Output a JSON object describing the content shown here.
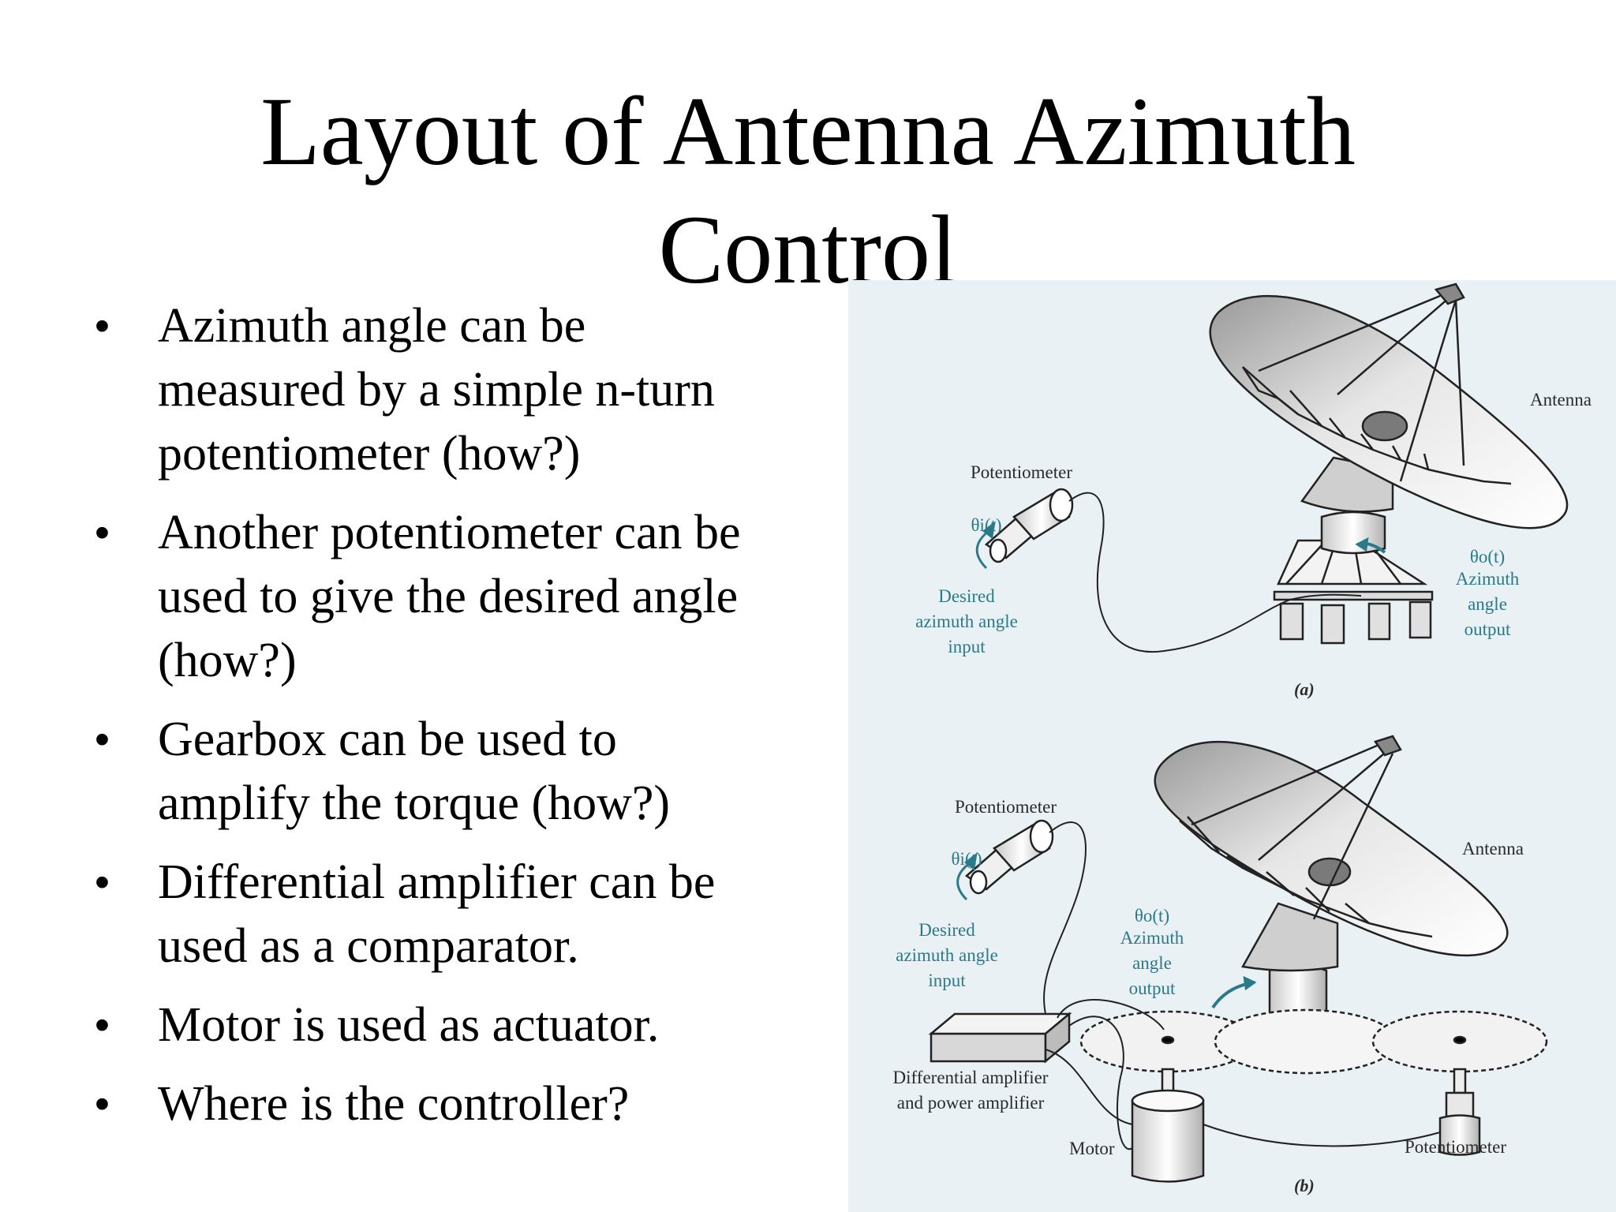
{
  "slide": {
    "title_line1": "Layout of Antenna Azimuth",
    "title_line2": "Control",
    "bullet_char": "•",
    "bullets": [
      {
        "line1": "Azimuth angle can be",
        "line2": "measured by a simple n-turn",
        "line3": "potentiometer (how?)"
      },
      {
        "line1": "Another potentiometer can be",
        "line2": "used to give the desired angle",
        "line3": "(how?)"
      },
      {
        "line1": "Gearbox can be used to",
        "line2": "amplify the torque (how?)"
      },
      {
        "line1": "Differential amplifier can be",
        "line2": "used as a comparator."
      },
      {
        "line1": "Motor is used as actuator."
      },
      {
        "line1": "Where is the controller?"
      }
    ]
  },
  "figure": {
    "panel_color": "#e9f1f4",
    "label_color": "#2b7a89",
    "a": {
      "antenna": "Antenna",
      "potentiometer": "Potentiometer",
      "theta_i": "θi(t)",
      "desired_line1": "Desired",
      "desired_line2": "azimuth angle",
      "desired_line3": "input",
      "theta_o": "θo(t)",
      "output_line1": "Azimuth",
      "output_line2": "angle",
      "output_line3": "output",
      "caption": "(a)"
    },
    "b": {
      "potentiometer_top": "Potentiometer",
      "antenna": "Antenna",
      "theta_i": "θi(t)",
      "desired_line1": "Desired",
      "desired_line2": "azimuth angle",
      "desired_line3": "input",
      "theta_o": "θo(t)",
      "output_line1": "Azimuth",
      "output_line2": "angle",
      "output_line3": "output",
      "amp_line1": "Differential amplifier",
      "amp_line2": "and power amplifier",
      "motor": "Motor",
      "potentiometer_bottom": "Potentiometer",
      "caption": "(b)"
    }
  }
}
